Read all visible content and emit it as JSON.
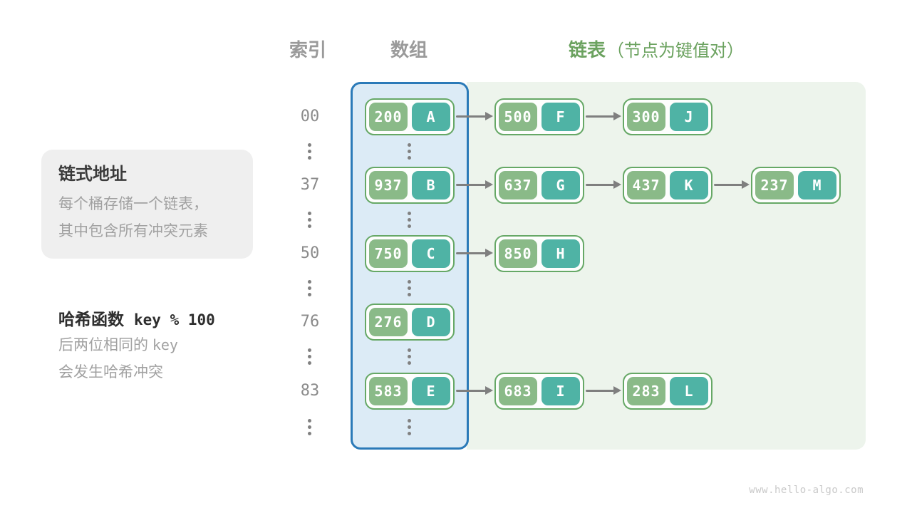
{
  "headers": {
    "index": "索引",
    "array": "数组",
    "list": "链表",
    "list_note": "（节点为键值对）"
  },
  "info_box": {
    "title": "链式地址",
    "line1": "每个桶存储一个链表，",
    "line2": "其中包含所有冲突元素"
  },
  "hash_note": {
    "label": "哈希函数",
    "formula": "key % 100",
    "line1_prefix": "后两位相同的",
    "line1_code": "key",
    "line2": "会发生哈希冲突"
  },
  "watermark": "www.hello-algo.com",
  "colors": {
    "key_cell_green": "#8aba88",
    "value_cell_teal": "#4fb3a5",
    "node_border_green": "#66a866",
    "array_panel_bg": "#dcebf6",
    "array_panel_border_blue": "#2b7ab8",
    "list_panel_bg": "#edf4ec",
    "header_gray": "#9a9a9a",
    "header_green": "#6ba25f",
    "arrow_gray": "#7f7f7f"
  },
  "rows": [
    {
      "index": "00",
      "bucket": {
        "key": "200",
        "value": "A"
      },
      "chain": [
        {
          "key": "500",
          "value": "F"
        },
        {
          "key": "300",
          "value": "J"
        }
      ]
    },
    {
      "index": "37",
      "bucket": {
        "key": "937",
        "value": "B"
      },
      "chain": [
        {
          "key": "637",
          "value": "G"
        },
        {
          "key": "437",
          "value": "K"
        },
        {
          "key": "237",
          "value": "M"
        }
      ]
    },
    {
      "index": "50",
      "bucket": {
        "key": "750",
        "value": "C"
      },
      "chain": [
        {
          "key": "850",
          "value": "H"
        }
      ]
    },
    {
      "index": "76",
      "bucket": {
        "key": "276",
        "value": "D"
      },
      "chain": []
    },
    {
      "index": "83",
      "bucket": {
        "key": "583",
        "value": "E"
      },
      "chain": [
        {
          "key": "683",
          "value": "I"
        },
        {
          "key": "283",
          "value": "L"
        }
      ]
    }
  ]
}
